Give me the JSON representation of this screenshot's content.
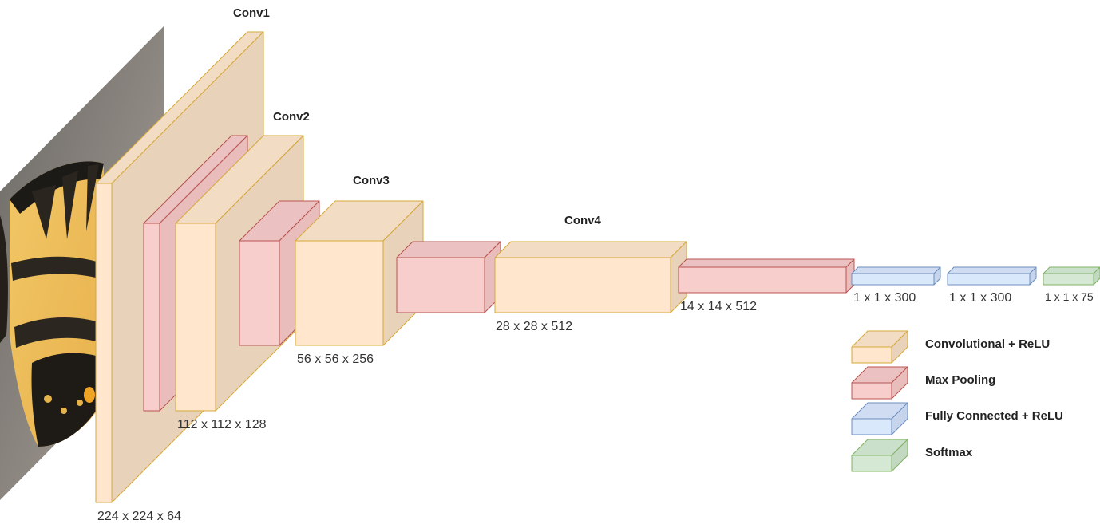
{
  "colors": {
    "conv": {
      "front": "#ffe6cc",
      "side": "#e8d2ba",
      "top": "#f2dcc4",
      "stroke": "#d6a93a"
    },
    "pool": {
      "front": "#f8cecc",
      "side": "#e8bdbc",
      "top": "#ebc2c1",
      "stroke": "#b85450"
    },
    "fc": {
      "front": "#dae8fc",
      "side": "#c6d5ec",
      "top": "#cfdcf2",
      "stroke": "#6c8ebf"
    },
    "softmax": {
      "front": "#d5e8d4",
      "side": "#c2d8c1",
      "top": "#cbe0ca",
      "stroke": "#82b366"
    }
  },
  "input_image": {
    "description_icon": "butterfly-photo"
  },
  "stages": [
    {
      "id": "conv1",
      "title": "Conv1",
      "dims": "224 x 224 x 64"
    },
    {
      "id": "conv2",
      "title": "Conv2",
      "dims": "112 x 112 x 128"
    },
    {
      "id": "conv3",
      "title": "Conv3",
      "dims": "56 x 56 x 256"
    },
    {
      "id": "conv4",
      "title": "Conv4",
      "dims": "28 x 28 x 512"
    },
    {
      "id": "pool4",
      "title": "",
      "dims": "14 x 14 x 512"
    },
    {
      "id": "fc1",
      "title": "",
      "dims": "1 x 1 x 300"
    },
    {
      "id": "fc2",
      "title": "",
      "dims": "1 x 1 x 300"
    },
    {
      "id": "softmax",
      "title": "",
      "dims": "1 x 1 x 75"
    }
  ],
  "legend": [
    {
      "kind": "conv",
      "label": "Convolutional + ReLU"
    },
    {
      "kind": "pool",
      "label": "Max Pooling"
    },
    {
      "kind": "fc",
      "label": "Fully Connected + ReLU"
    },
    {
      "kind": "softmax",
      "label": "Softmax"
    }
  ]
}
